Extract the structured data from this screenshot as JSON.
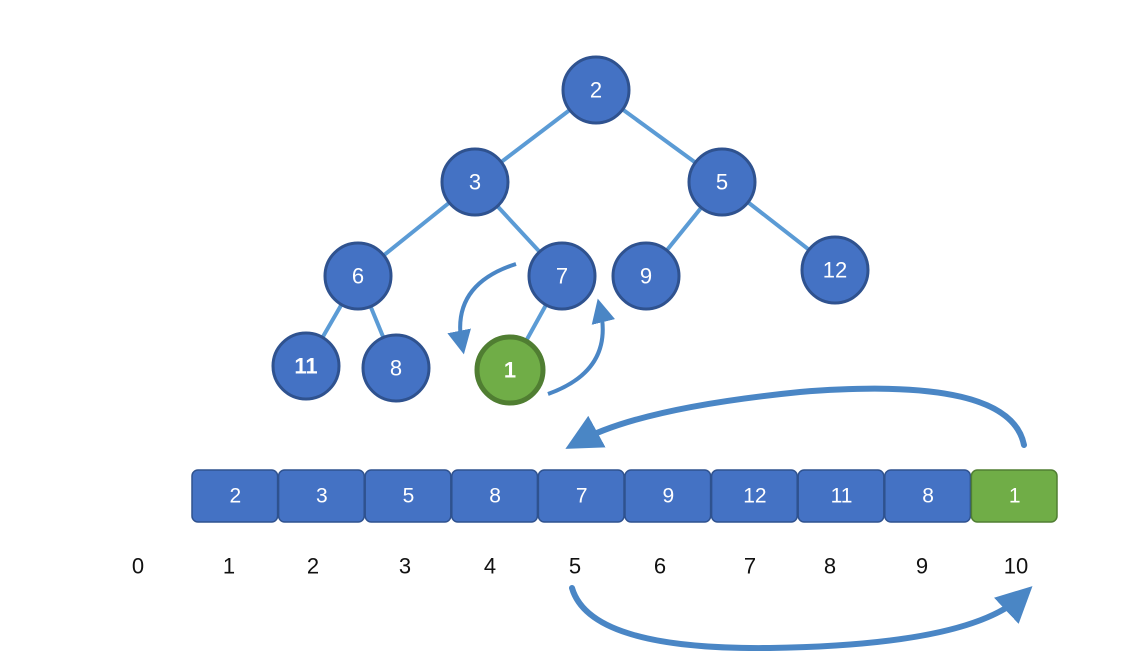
{
  "colors": {
    "node_fill": "#4472C4",
    "node_border": "#2F528F",
    "edge": "#5B9BD5",
    "highlight_fill": "#70AD47",
    "highlight_border": "#507E32",
    "arrow": "#5B9BD5"
  },
  "tree": {
    "nodes": [
      {
        "id": "n1",
        "label": "2"
      },
      {
        "id": "n2",
        "label": "3"
      },
      {
        "id": "n3",
        "label": "5"
      },
      {
        "id": "n4",
        "label": "6"
      },
      {
        "id": "n5",
        "label": "7"
      },
      {
        "id": "n6",
        "label": "9"
      },
      {
        "id": "n7",
        "label": "12"
      },
      {
        "id": "n8",
        "label": "11",
        "bold": true
      },
      {
        "id": "n9",
        "label": "8"
      },
      {
        "id": "n10",
        "label": "1",
        "highlight": true,
        "bold": true
      }
    ],
    "edges": [
      [
        "n1",
        "n2"
      ],
      [
        "n1",
        "n3"
      ],
      [
        "n2",
        "n4"
      ],
      [
        "n2",
        "n5"
      ],
      [
        "n3",
        "n6"
      ],
      [
        "n3",
        "n7"
      ],
      [
        "n4",
        "n8"
      ],
      [
        "n4",
        "n9"
      ],
      [
        "n5",
        "n10"
      ]
    ]
  },
  "array": {
    "cells": [
      {
        "label": "2"
      },
      {
        "label": "3"
      },
      {
        "label": "5"
      },
      {
        "label": "8"
      },
      {
        "label": "7"
      },
      {
        "label": "9"
      },
      {
        "label": "12"
      },
      {
        "label": "11"
      },
      {
        "label": "8"
      },
      {
        "label": "1",
        "highlight": true
      }
    ],
    "indices": [
      "0",
      "1",
      "2",
      "3",
      "4",
      "5",
      "6",
      "7",
      "8",
      "9",
      "10"
    ]
  }
}
